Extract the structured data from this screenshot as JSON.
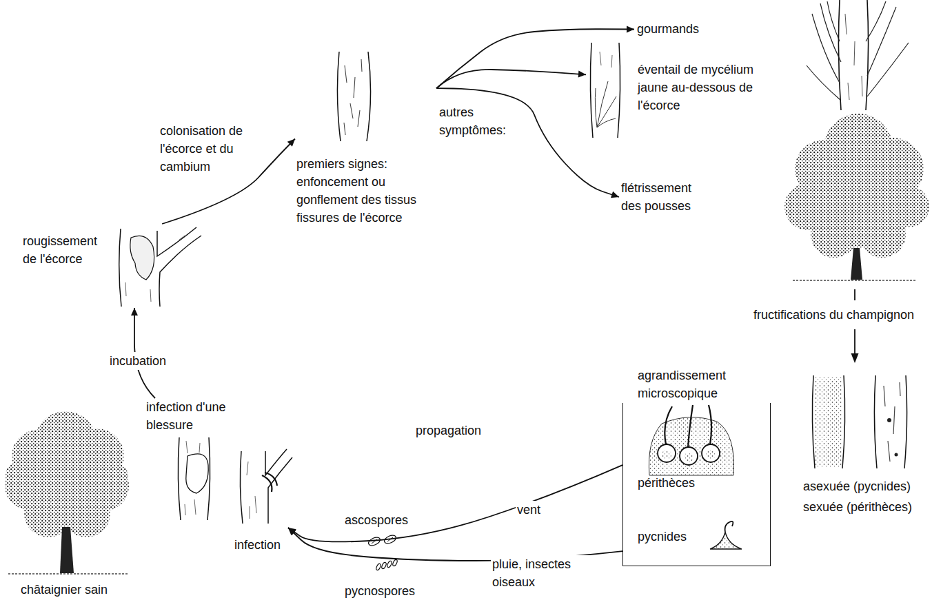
{
  "diagram": {
    "nodes": [
      {
        "text": [
          "infection d'une blessure"
        ]
      },
      {
        "text": [
          "rougissement de l'écorce"
        ]
      },
      {
        "text": [
          "premiers signes: enfoncement ou gonflement des tissus fissures de l'écorce"
        ]
      },
      {
        "text": [
          "gourmands"
        ]
      },
      {
        "text": [
          "éventail de mycélium jaune au-dessous de l'écorce"
        ]
      },
      {
        "text": [
          "flétrissement des pousses"
        ]
      },
      {
        "text": [
          "asexuée (pycnides)",
          "sexuée (périthèces)"
        ]
      },
      {
        "text": [
          "agrandissement microscopique",
          "périthèces",
          "pycnides"
        ]
      }
    ],
    "edges": [
      {
        "from": 0,
        "to": 1,
        "label": "incubation",
        "arrow": "to"
      },
      {
        "from": 1,
        "to": 2,
        "label": "colonisation de l'écorce et du cambium",
        "arrow": "to"
      },
      {
        "from": 2,
        "to": 3,
        "arrow": "to"
      },
      {
        "from": 2,
        "to": 4,
        "arrow": "to"
      },
      {
        "from": 2,
        "to": 5,
        "arrow": "to"
      },
      {
        "from": 7,
        "to": 0,
        "label": "vent",
        "arrow": "to"
      },
      {
        "from": 7,
        "to": 0,
        "label": "pluie, insectes oiseaux",
        "arrow": "to"
      }
    ],
    "labels": [
      "autres symptômes:",
      "fructifications du champignon",
      "propagation",
      "ascospores",
      "pycnospores",
      "infection",
      "châtaignier sain"
    ]
  }
}
